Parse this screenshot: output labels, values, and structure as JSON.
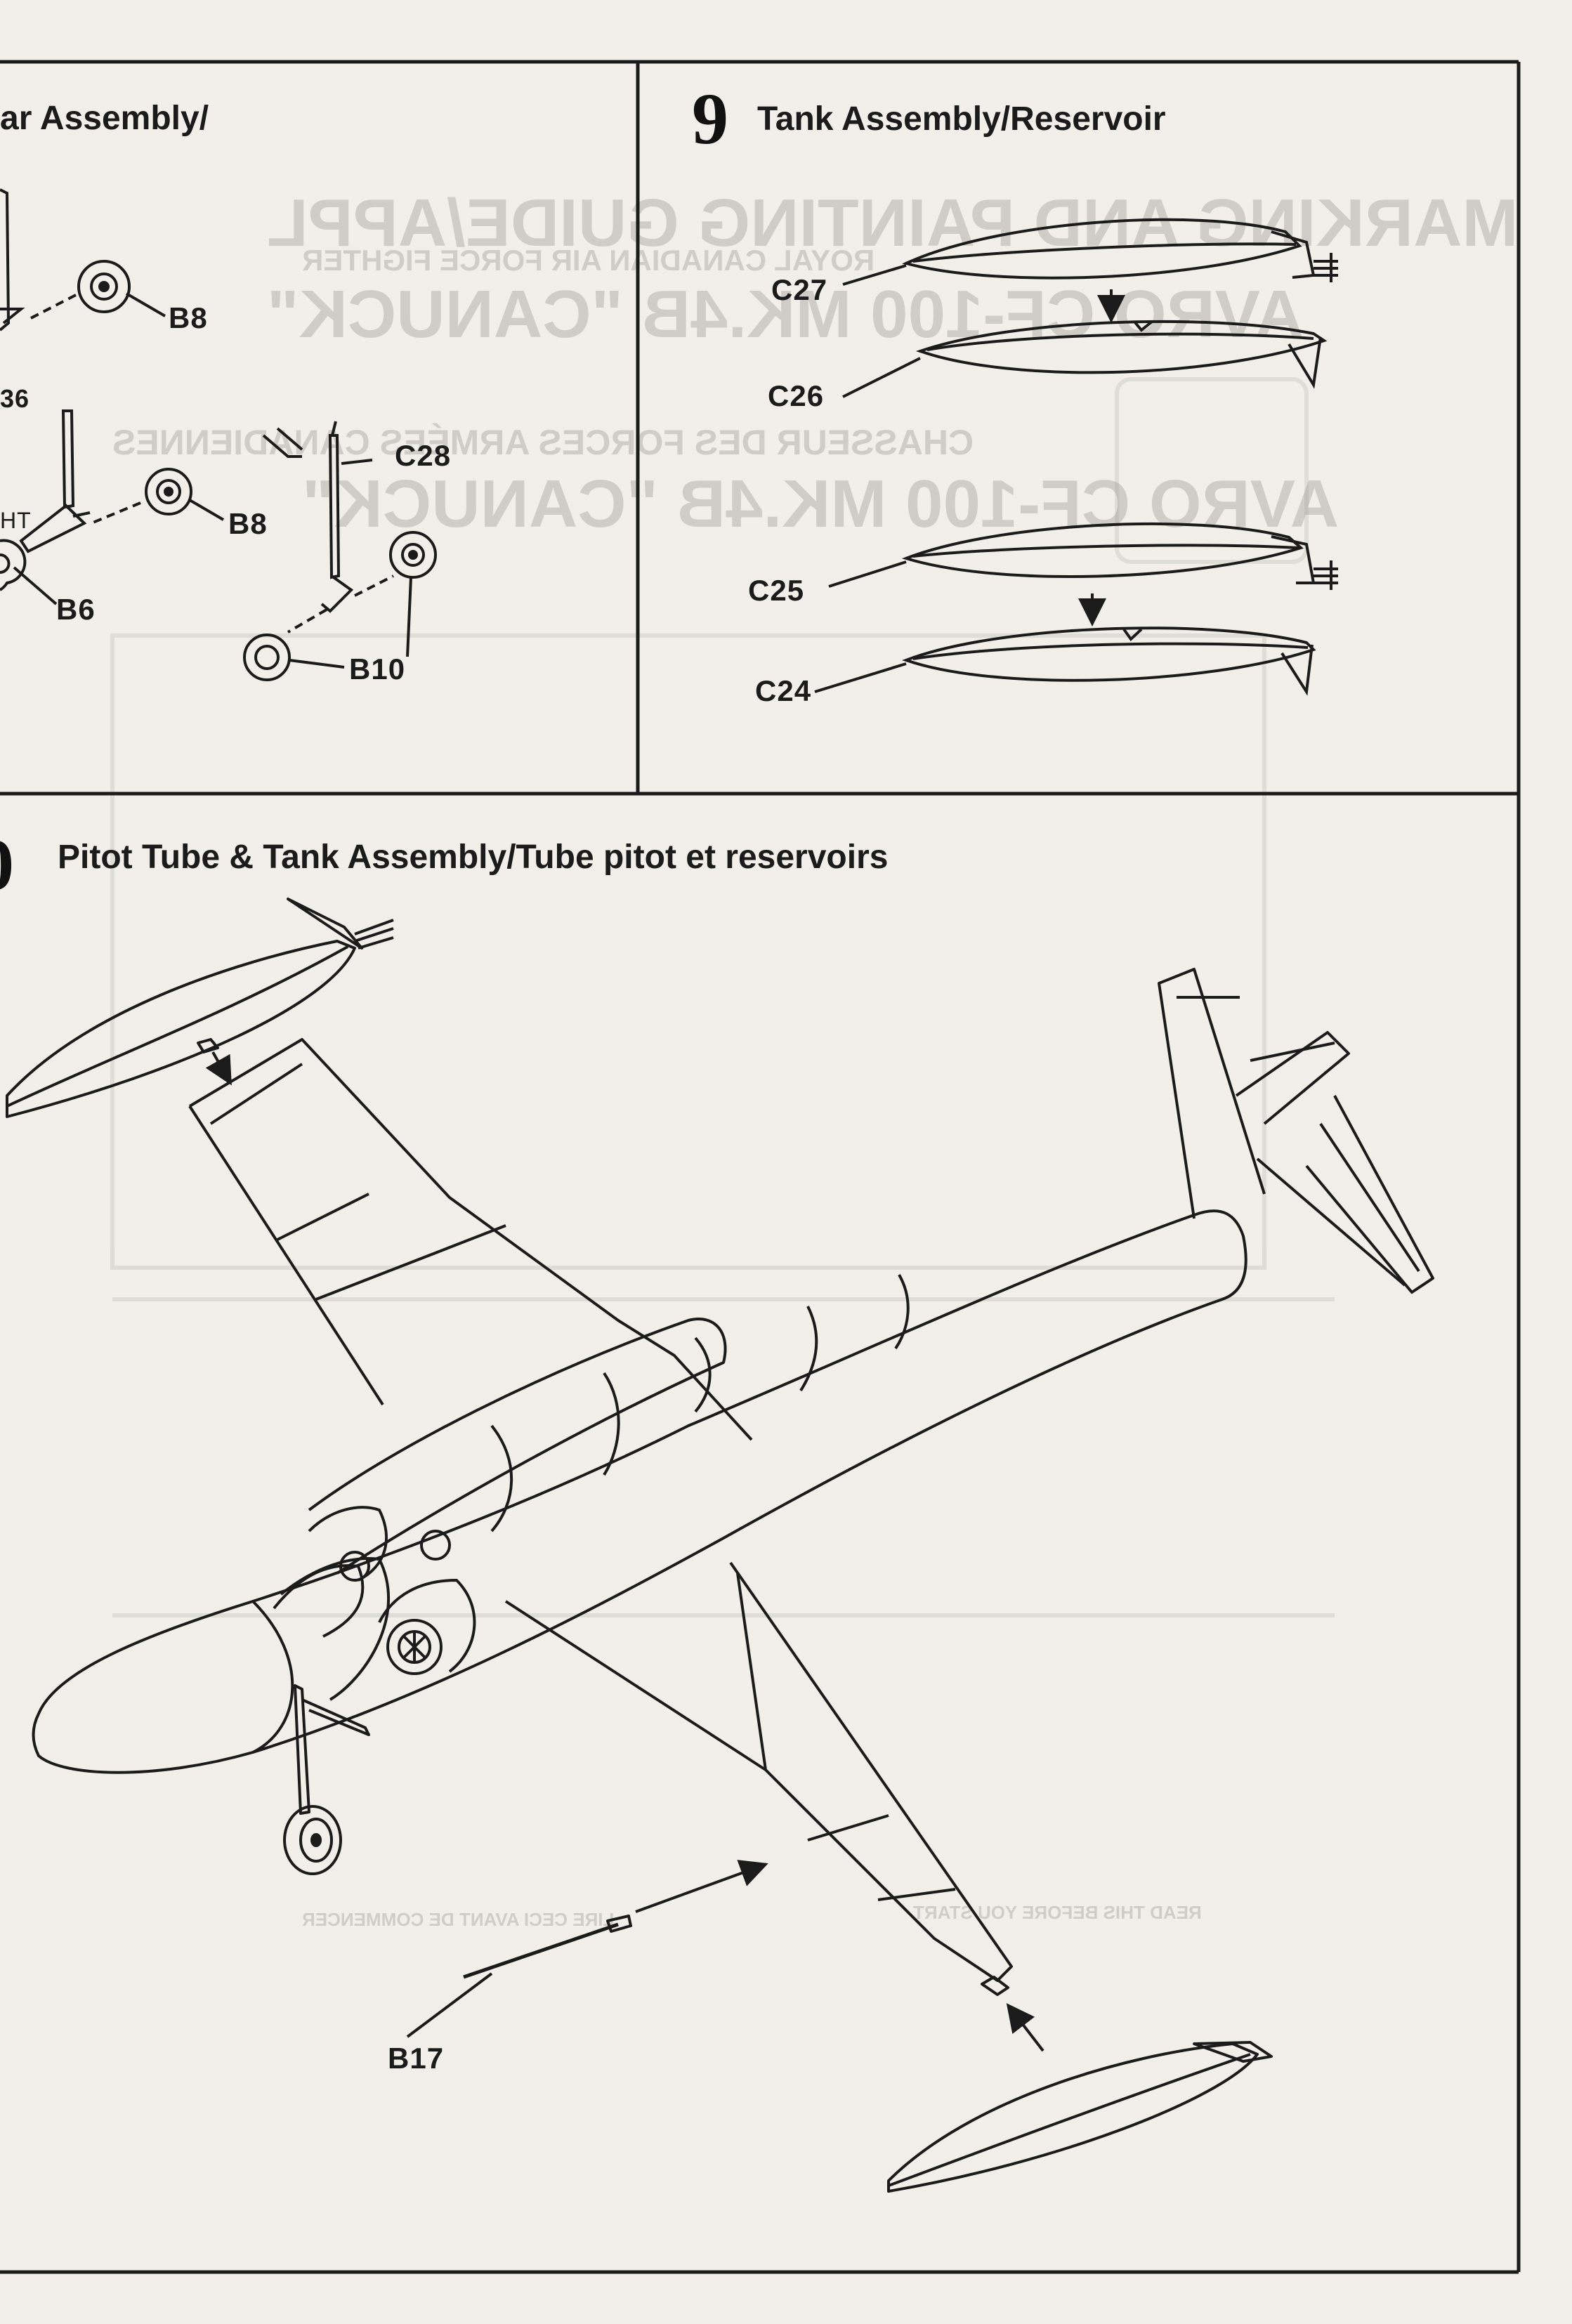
{
  "steps": [
    {
      "number": "",
      "title": "ar Assembly/",
      "parts": [
        "B8",
        "36",
        "HT",
        "B8",
        "B6",
        "C28",
        "B10"
      ]
    },
    {
      "number": "9",
      "title": "Tank Assembly/Reservoir",
      "parts": [
        "C27",
        "C26",
        "C25",
        "C24"
      ]
    },
    {
      "number": "0",
      "title": "Pitot Tube & Tank Assembly/Tube pitot et reservoirs",
      "parts": [
        "B17"
      ]
    }
  ],
  "show_through": {
    "header": "MARKING AND PAINTING GUIDE/APPL",
    "lines": [
      "ROYAL CANADIAN AIR FORCE FIGHTER",
      "AVRO CF-100 MK.4B \"CANUCK\"",
      "CHASSEUR DES FORCES ARMÉES CANADIENNES",
      "AVRO CF-100 MK.4B \"CANUCK\"",
      "READ THIS BEFORE YOU START",
      "LIRE CECI AVANT DE COMMENCER"
    ]
  }
}
